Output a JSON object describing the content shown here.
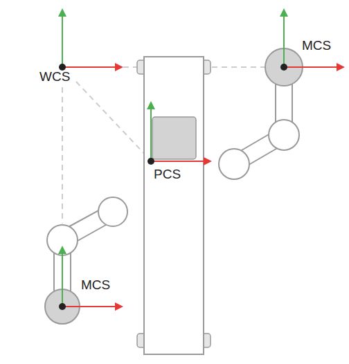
{
  "diagram": {
    "labels": [
      "WCS",
      "PCS",
      "MCS",
      "MCS"
    ]
  }
}
